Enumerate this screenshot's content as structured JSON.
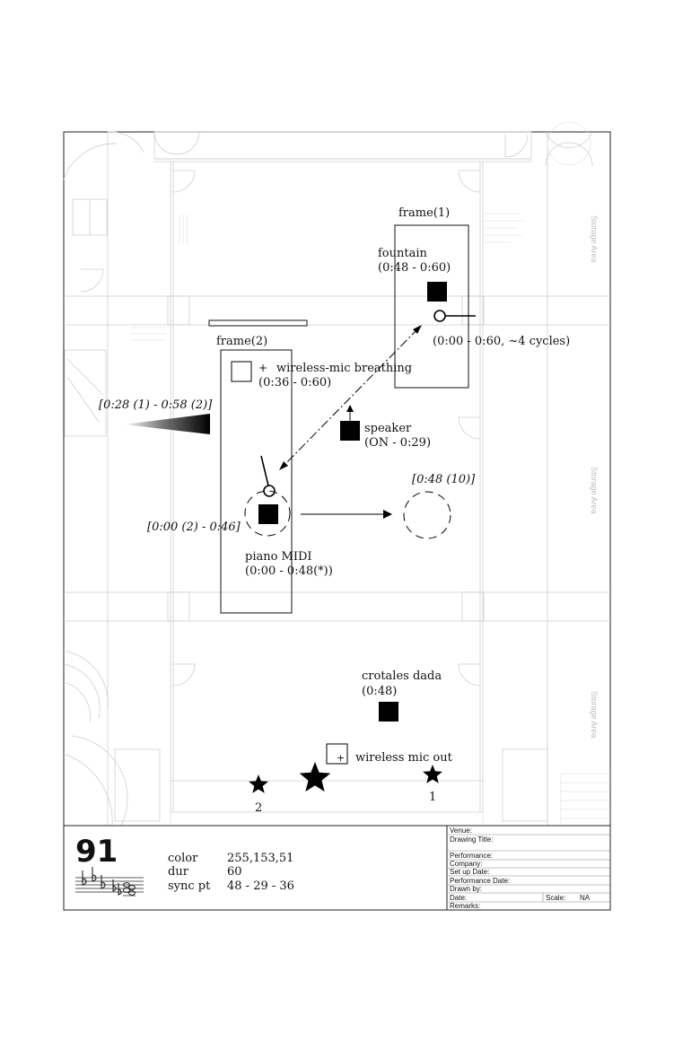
{
  "score": {
    "number": "91",
    "params": [
      {
        "label": "color",
        "value": "255,153,51"
      },
      {
        "label": "dur",
        "value": "60"
      },
      {
        "label": "sync pt",
        "value": "48 - 29 - 36"
      }
    ]
  },
  "frames": {
    "frame1": "frame(1)",
    "frame2": "frame(2)"
  },
  "labels": {
    "fountain_name": "fountain",
    "fountain_time": "(0:48 - 0:60)",
    "fountain_cycles": "(0:00 - 0:60, ~4 cycles)",
    "wireless_breathing_name": "wireless-mic breathing",
    "wireless_breathing_time": "(0:36 - 0:60)",
    "speaker_name": "speaker",
    "speaker_time": "(ON - 0:29)",
    "piano_name": "piano MIDI",
    "piano_time": "(0:00 - 0:48(*))",
    "piano_bracket": "[0:00 (2) - 0:46]",
    "wedge_bracket": "[0:28 (1) - 0:58 (2)]",
    "circle_bracket": "[0:48 (10)]",
    "crotales_name": "crotales dada",
    "crotales_time": "(0:48)",
    "wireless_out": "wireless mic out",
    "star_1": "1",
    "star_2": "2",
    "plus_glyph": "+"
  },
  "plan_labels": {
    "storage": "Storage Area"
  },
  "title_block": {
    "venue": "Venue:",
    "drawing_title": "Drawing Title:",
    "performance": "Performance:",
    "company": "Company:",
    "setup_date": "Set up Date:",
    "performance_date": "Performance Date:",
    "drawn_by": "Drawn by:",
    "date": "Date:",
    "scale": "Scale:",
    "scale_value": "NA",
    "remarks": "Remarks:"
  }
}
